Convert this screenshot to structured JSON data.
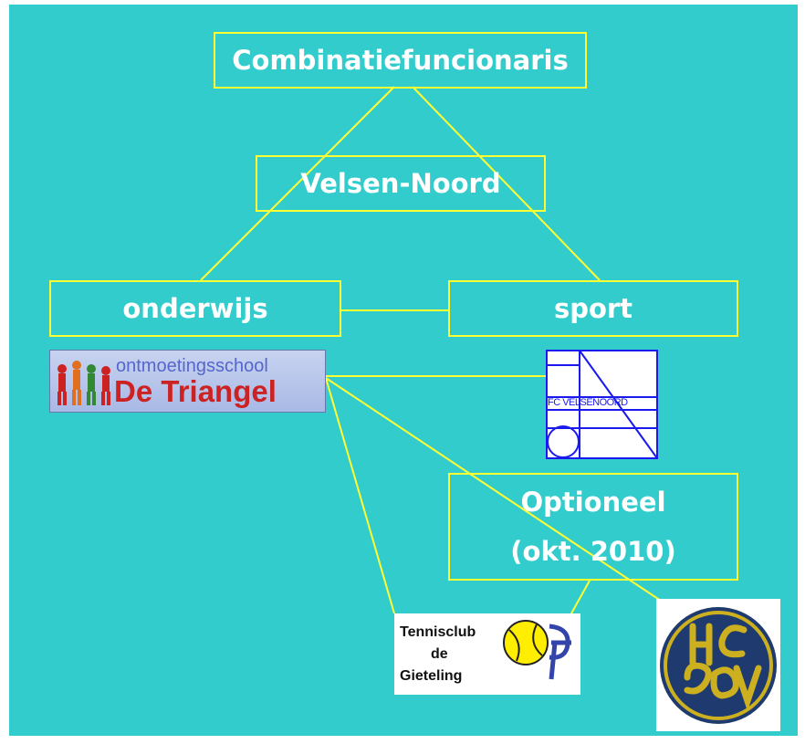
{
  "nodes": {
    "top": "Combinatiefuncionaris",
    "sub": "Velsen-Noord",
    "left": "onderwijs",
    "right": "sport",
    "optional_line1": "Optioneel",
    "optional_line2": "(okt. 2010)"
  },
  "logos": {
    "triangel_small": "ontmoetingsschool",
    "triangel_big": "De Triangel",
    "fc": "FC VELSENOORD",
    "tennis_1": "Tennisclub",
    "tennis_2": "de",
    "tennis_3": "Gieteling",
    "hockey_icon": "hcv-crest-icon"
  },
  "colors": {
    "background": "#33cccc",
    "line": "#ffff33",
    "text": "#ffffff"
  }
}
